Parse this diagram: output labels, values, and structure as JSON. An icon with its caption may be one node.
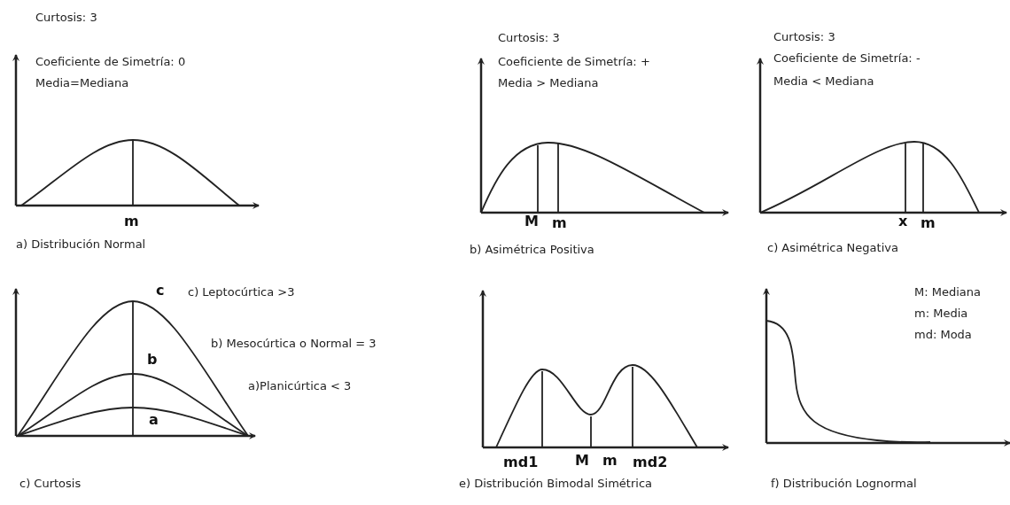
{
  "diagram": {
    "labels": [
      "Curtosis: 3",
      "Coeficiente de Simetría: 0",
      "Media=Mediana",
      "m",
      "a) Distribución Normal",
      "Curtosis: 3",
      "Coeficiente de Simetría: +",
      "Media > Mediana",
      "M",
      "m",
      "b) Asimétrica Positiva",
      "Curtosis: 3",
      "Coeficiente de Simetría: -",
      "Media < Mediana",
      "x",
      "m",
      "c) Asimétrica Negativa",
      "c",
      "c) Leptocúrtica >3",
      "b",
      "b) Mesocúrtica o Normal = 3",
      "a)Planicúrtica < 3",
      "a",
      "c) Curtosis",
      "md1",
      "M",
      "m",
      "md2",
      "e) Distribución Bimodal Simétrica",
      "M: Mediana",
      "m: Media",
      "md: Moda",
      "f) Distribución Lognormal"
    ]
  }
}
